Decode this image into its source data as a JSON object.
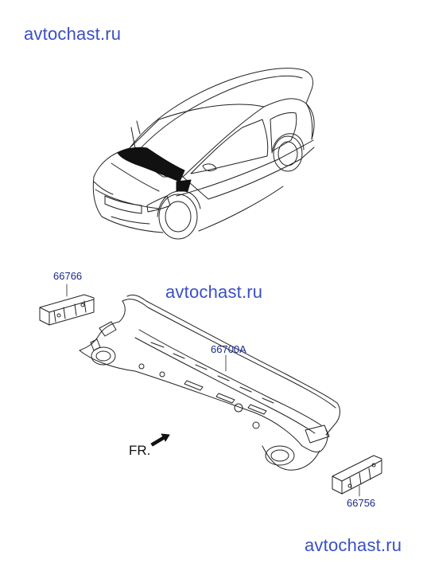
{
  "watermarks": {
    "top": "avtochast.ru",
    "middle": "avtochast.ru",
    "bottom": "avtochast.ru"
  },
  "parts": {
    "p66766": "66766",
    "p66700a": "66700A",
    "p66756": "66756"
  },
  "direction": {
    "label": "FR."
  },
  "colors": {
    "watermark": "#3a4fc4",
    "part_label": "#1a2a8a",
    "line": "#222222"
  }
}
